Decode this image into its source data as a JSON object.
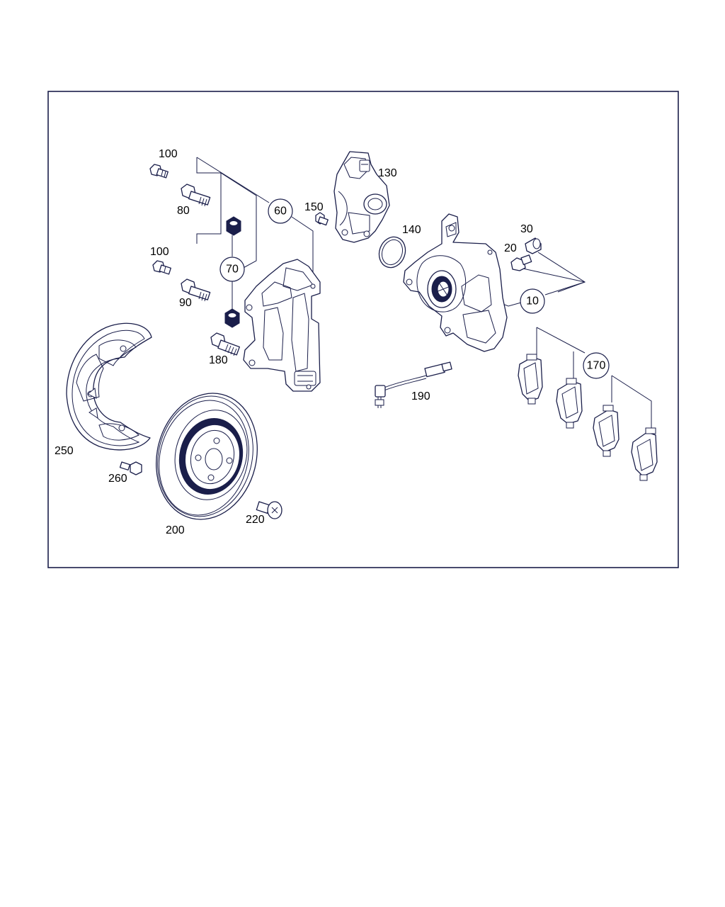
{
  "labels": {
    "p10": "10",
    "p20": "20",
    "p30": "30",
    "p60": "60",
    "p70": "70",
    "p80": "80",
    "p90": "90",
    "p100a": "100",
    "p100b": "100",
    "p130": "130",
    "p140": "140",
    "p150": "150",
    "p170": "170",
    "p180": "180",
    "p190": "190",
    "p200": "200",
    "p220": "220",
    "p250": "250",
    "p260": "260"
  },
  "colors": {
    "line": "#1a1e4a",
    "frame": "#1a1e4a",
    "background": "#ffffff"
  }
}
